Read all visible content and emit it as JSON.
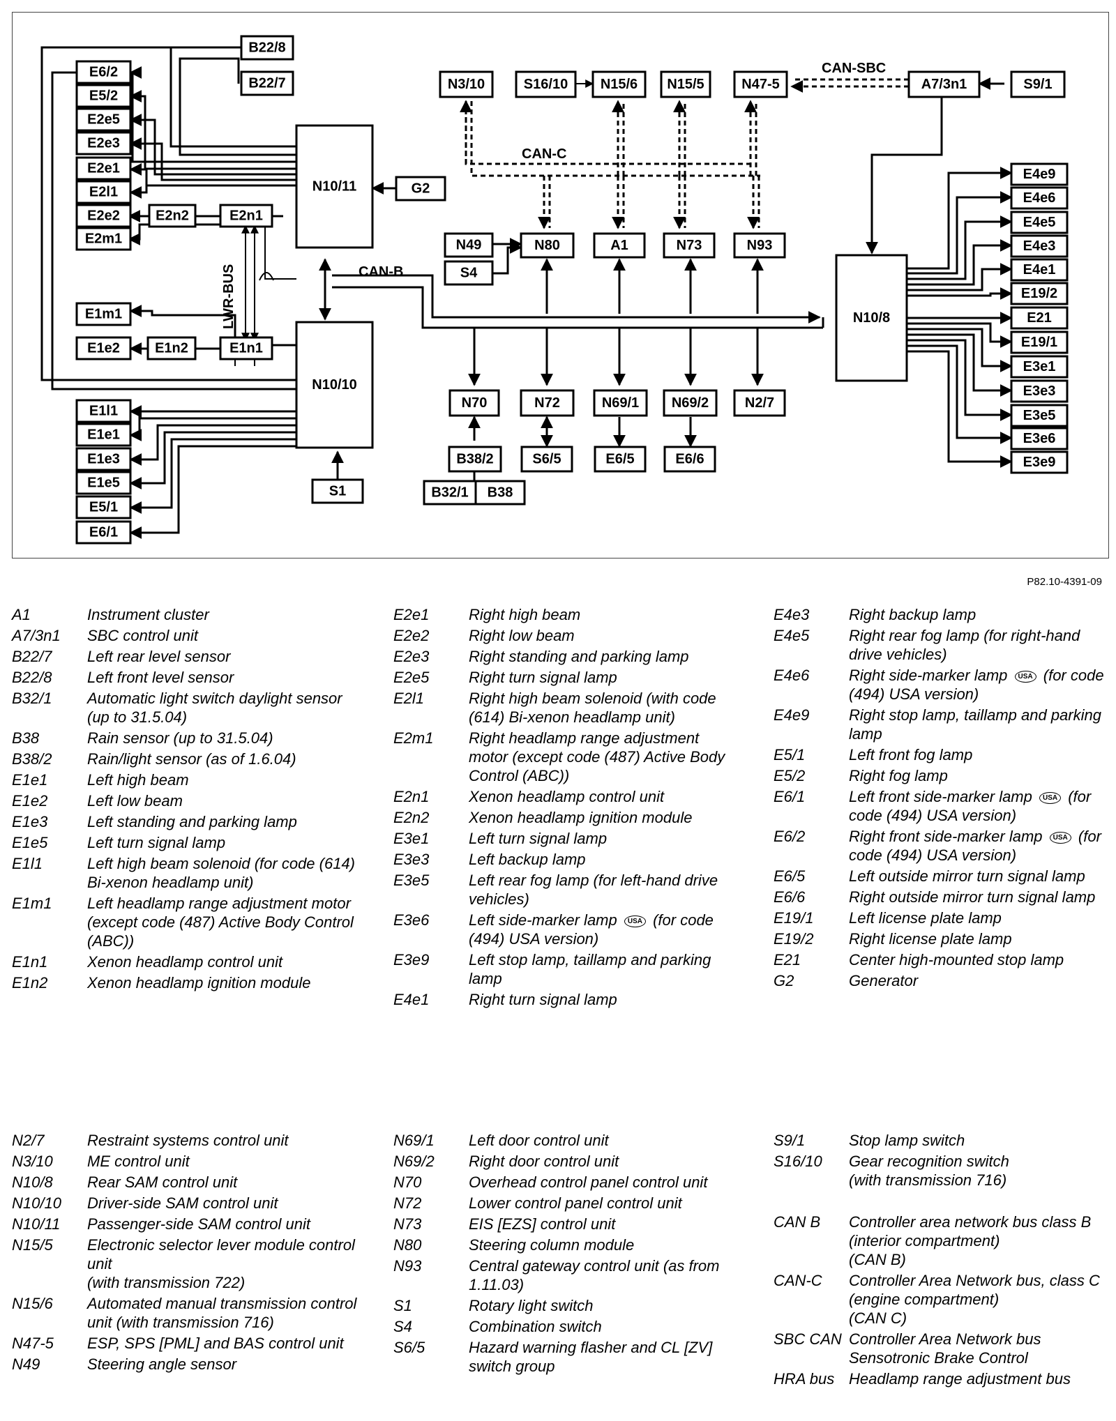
{
  "figure_ref": "P82.10-4391-09",
  "diagram": {
    "boxes": [
      {
        "id": "b22_8",
        "label": "B22/8"
      },
      {
        "id": "b22_7",
        "label": "B22/7"
      },
      {
        "id": "e6_2",
        "label": "E6/2"
      },
      {
        "id": "e5_2",
        "label": "E5/2"
      },
      {
        "id": "e2e5",
        "label": "E2e5"
      },
      {
        "id": "e2e3",
        "label": "E2e3"
      },
      {
        "id": "e2e1",
        "label": "E2e1"
      },
      {
        "id": "e2l1",
        "label": "E2l1"
      },
      {
        "id": "e2e2",
        "label": "E2e2"
      },
      {
        "id": "e2n2",
        "label": "E2n2"
      },
      {
        "id": "e2n1",
        "label": "E2n1"
      },
      {
        "id": "e2m1",
        "label": "E2m1"
      },
      {
        "id": "n10_11",
        "label": "N10/11"
      },
      {
        "id": "g2",
        "label": "G2"
      },
      {
        "id": "e1m1",
        "label": "E1m1"
      },
      {
        "id": "e1e2",
        "label": "E1e2"
      },
      {
        "id": "e1n2",
        "label": "E1n2"
      },
      {
        "id": "e1n1",
        "label": "E1n1"
      },
      {
        "id": "n10_10",
        "label": "N10/10"
      },
      {
        "id": "e1l1",
        "label": "E1l1"
      },
      {
        "id": "e1e1",
        "label": "E1e1"
      },
      {
        "id": "e1e3",
        "label": "E1e3"
      },
      {
        "id": "e1e5",
        "label": "E1e5"
      },
      {
        "id": "e5_1",
        "label": "E5/1"
      },
      {
        "id": "e6_1",
        "label": "E6/1"
      },
      {
        "id": "s1",
        "label": "S1"
      },
      {
        "id": "n3_10",
        "label": "N3/10"
      },
      {
        "id": "s16_10",
        "label": "S16/10"
      },
      {
        "id": "n15_6",
        "label": "N15/6"
      },
      {
        "id": "n15_5",
        "label": "N15/5"
      },
      {
        "id": "n47_5",
        "label": "N47-5"
      },
      {
        "id": "a7_3n1",
        "label": "A7/3n1"
      },
      {
        "id": "s9_1",
        "label": "S9/1"
      },
      {
        "id": "n49",
        "label": "N49"
      },
      {
        "id": "s4",
        "label": "S4"
      },
      {
        "id": "n80",
        "label": "N80"
      },
      {
        "id": "a1",
        "label": "A1"
      },
      {
        "id": "n73",
        "label": "N73"
      },
      {
        "id": "n93",
        "label": "N93"
      },
      {
        "id": "n10_8",
        "label": "N10/8"
      },
      {
        "id": "n70",
        "label": "N70"
      },
      {
        "id": "n72",
        "label": "N72"
      },
      {
        "id": "n69_1",
        "label": "N69/1"
      },
      {
        "id": "n69_2",
        "label": "N69/2"
      },
      {
        "id": "n2_7",
        "label": "N2/7"
      },
      {
        "id": "b38_2",
        "label": "B38/2"
      },
      {
        "id": "b32_1",
        "label": "B32/1"
      },
      {
        "id": "b38",
        "label": "B38"
      },
      {
        "id": "s6_5",
        "label": "S6/5"
      },
      {
        "id": "e6_5",
        "label": "E6/5"
      },
      {
        "id": "e6_6",
        "label": "E6/6"
      },
      {
        "id": "e4e9",
        "label": "E4e9"
      },
      {
        "id": "e4e6",
        "label": "E4e6"
      },
      {
        "id": "e4e5",
        "label": "E4e5"
      },
      {
        "id": "e4e3",
        "label": "E4e3"
      },
      {
        "id": "e4e1",
        "label": "E4e1"
      },
      {
        "id": "e19_2",
        "label": "E19/2"
      },
      {
        "id": "e21",
        "label": "E21"
      },
      {
        "id": "e19_1",
        "label": "E19/1"
      },
      {
        "id": "e3e1",
        "label": "E3e1"
      },
      {
        "id": "e3e3",
        "label": "E3e3"
      },
      {
        "id": "e3e5",
        "label": "E3e5"
      },
      {
        "id": "e3e6",
        "label": "E3e6"
      },
      {
        "id": "e3e9",
        "label": "E3e9"
      }
    ],
    "bus_labels": {
      "can_sbc": "CAN-SBC",
      "can_c": "CAN-C",
      "can_b": "CAN-B",
      "lwr_bus": "LWR-BUS"
    }
  },
  "legend_top": [
    [
      {
        "code": "A1",
        "desc": "Instrument cluster"
      },
      {
        "code": "A7/3n1",
        "desc": "SBC control unit"
      },
      {
        "code": "B22/7",
        "desc": "Left rear level sensor"
      },
      {
        "code": "B22/8",
        "desc": "Left front level sensor"
      },
      {
        "code": "B32/1",
        "desc": "Automatic light switch daylight sensor\n(up to 31.5.04)"
      },
      {
        "code": "B38",
        "desc": "Rain sensor (up to 31.5.04)"
      },
      {
        "code": "B38/2",
        "desc": "Rain/light sensor (as of 1.6.04)"
      },
      {
        "code": "E1e1",
        "desc": "Left high beam"
      },
      {
        "code": "E1e2",
        "desc": "Left low beam"
      },
      {
        "code": "E1e3",
        "desc": "Left standing and parking lamp"
      },
      {
        "code": "E1e5",
        "desc": "Left turn signal lamp"
      },
      {
        "code": "E1l1",
        "desc": "Left high beam solenoid (for code (614) Bi-xenon headlamp unit)"
      },
      {
        "code": "E1m1",
        "desc": "Left headlamp range adjustment motor (except code (487) Active Body Control (ABC))"
      },
      {
        "code": "E1n1",
        "desc": "Xenon headlamp control unit"
      },
      {
        "code": "E1n2",
        "desc": "Xenon headlamp ignition module"
      }
    ],
    [
      {
        "code": "E2e1",
        "desc": "Right high beam"
      },
      {
        "code": "E2e2",
        "desc": "Right low beam"
      },
      {
        "code": "E2e3",
        "desc": "Right standing and parking lamp"
      },
      {
        "code": "E2e5",
        "desc": "Right turn signal lamp"
      },
      {
        "code": "E2l1",
        "desc": "Right high beam solenoid (with code (614) Bi-xenon headlamp unit)"
      },
      {
        "code": "E2m1",
        "desc": "Right headlamp range adjustment motor (except code (487) Active Body Control (ABC))"
      },
      {
        "code": "E2n1",
        "desc": "Xenon headlamp control unit"
      },
      {
        "code": "E2n2",
        "desc": "Xenon headlamp ignition module"
      },
      {
        "code": "E3e1",
        "desc": "Left turn signal lamp"
      },
      {
        "code": "E3e3",
        "desc": "Left backup lamp"
      },
      {
        "code": "E3e5",
        "desc": "Left rear fog lamp (for left-hand drive vehicles)"
      },
      {
        "code": "E3e6",
        "desc": "Left side-marker lamp ",
        "usa": true,
        "desc2": " (for code (494) USA version)"
      },
      {
        "code": "E3e9",
        "desc": "Left stop lamp, taillamp and parking lamp"
      },
      {
        "code": "E4e1",
        "desc": "Right turn signal lamp"
      }
    ],
    [
      {
        "code": "E4e3",
        "desc": "Right backup lamp"
      },
      {
        "code": "E4e5",
        "desc": "Right rear fog lamp (for right-hand drive vehicles)"
      },
      {
        "code": "E4e6",
        "desc": "Right side-marker lamp ",
        "usa": true,
        "desc2": " (for code (494) USA version)"
      },
      {
        "code": "E4e9",
        "desc": "Right stop lamp, taillamp and parking lamp"
      },
      {
        "code": "E5/1",
        "desc": "Left front fog lamp"
      },
      {
        "code": "E5/2",
        "desc": "Right fog lamp"
      },
      {
        "code": "E6/1",
        "desc": "Left front side-marker lamp ",
        "usa": true,
        "desc2": " (for code (494) USA version)"
      },
      {
        "code": "E6/2",
        "desc": "Right front side-marker lamp ",
        "usa": true,
        "desc2": " (for code (494) USA version)"
      },
      {
        "code": "E6/5",
        "desc": "Left outside mirror turn signal lamp"
      },
      {
        "code": "E6/6",
        "desc": "Right outside mirror turn signal lamp"
      },
      {
        "code": "E19/1",
        "desc": "Left license plate lamp"
      },
      {
        "code": "E19/2",
        "desc": "Right license plate lamp"
      },
      {
        "code": "E21",
        "desc": "Center high-mounted stop lamp"
      },
      {
        "code": "G2",
        "desc": "Generator"
      }
    ]
  ],
  "legend_bottom": [
    [
      {
        "code": "N2/7",
        "desc": "Restraint systems control unit"
      },
      {
        "code": "N3/10",
        "desc": "ME control unit"
      },
      {
        "code": "N10/8",
        "desc": "Rear SAM control unit"
      },
      {
        "code": "N10/10",
        "desc": "Driver-side SAM control unit"
      },
      {
        "code": "N10/11",
        "desc": "Passenger-side SAM control unit"
      },
      {
        "code": "N15/5",
        "desc": "Electronic selector lever module control unit\n(with transmission 722)"
      },
      {
        "code": "N15/6",
        "desc": "Automated manual transmission control unit (with transmission 716)"
      },
      {
        "code": "N47-5",
        "desc": "ESP, SPS [PML] and BAS control unit"
      },
      {
        "code": "N49",
        "desc": "Steering angle sensor"
      }
    ],
    [
      {
        "code": "N69/1",
        "desc": "Left door control unit"
      },
      {
        "code": "N69/2",
        "desc": "Right door control unit"
      },
      {
        "code": "N70",
        "desc": "Overhead control panel control unit"
      },
      {
        "code": "N72",
        "desc": "Lower control panel control unit"
      },
      {
        "code": "N73",
        "desc": "EIS [EZS] control unit"
      },
      {
        "code": "N80",
        "desc": "Steering column module"
      },
      {
        "code": "N93",
        "desc": "Central gateway control unit (as from 1.11.03)"
      },
      {
        "code": "S1",
        "desc": "Rotary light switch"
      },
      {
        "code": "S4",
        "desc": "Combination switch"
      },
      {
        "code": "S6/5",
        "desc": "Hazard warning flasher and CL [ZV] switch group"
      }
    ],
    [
      {
        "code": "S9/1",
        "desc": "Stop lamp switch"
      },
      {
        "code": "S16/10",
        "desc": "Gear recognition switch\n(with transmission 716)"
      },
      {
        "code": "",
        "desc": ""
      },
      {
        "code": "CAN B",
        "desc": "Controller area network bus class B (interior compartment)\n(CAN B)"
      },
      {
        "code": "CAN-C",
        "desc": "Controller Area Network bus, class C (engine compartment)\n(CAN C)"
      },
      {
        "code": "SBC CAN",
        "desc": "Controller Area Network bus Sensotronic Brake Control"
      },
      {
        "code": "HRA bus",
        "desc": "Headlamp range adjustment bus"
      }
    ]
  ],
  "usa_badge": "USA"
}
